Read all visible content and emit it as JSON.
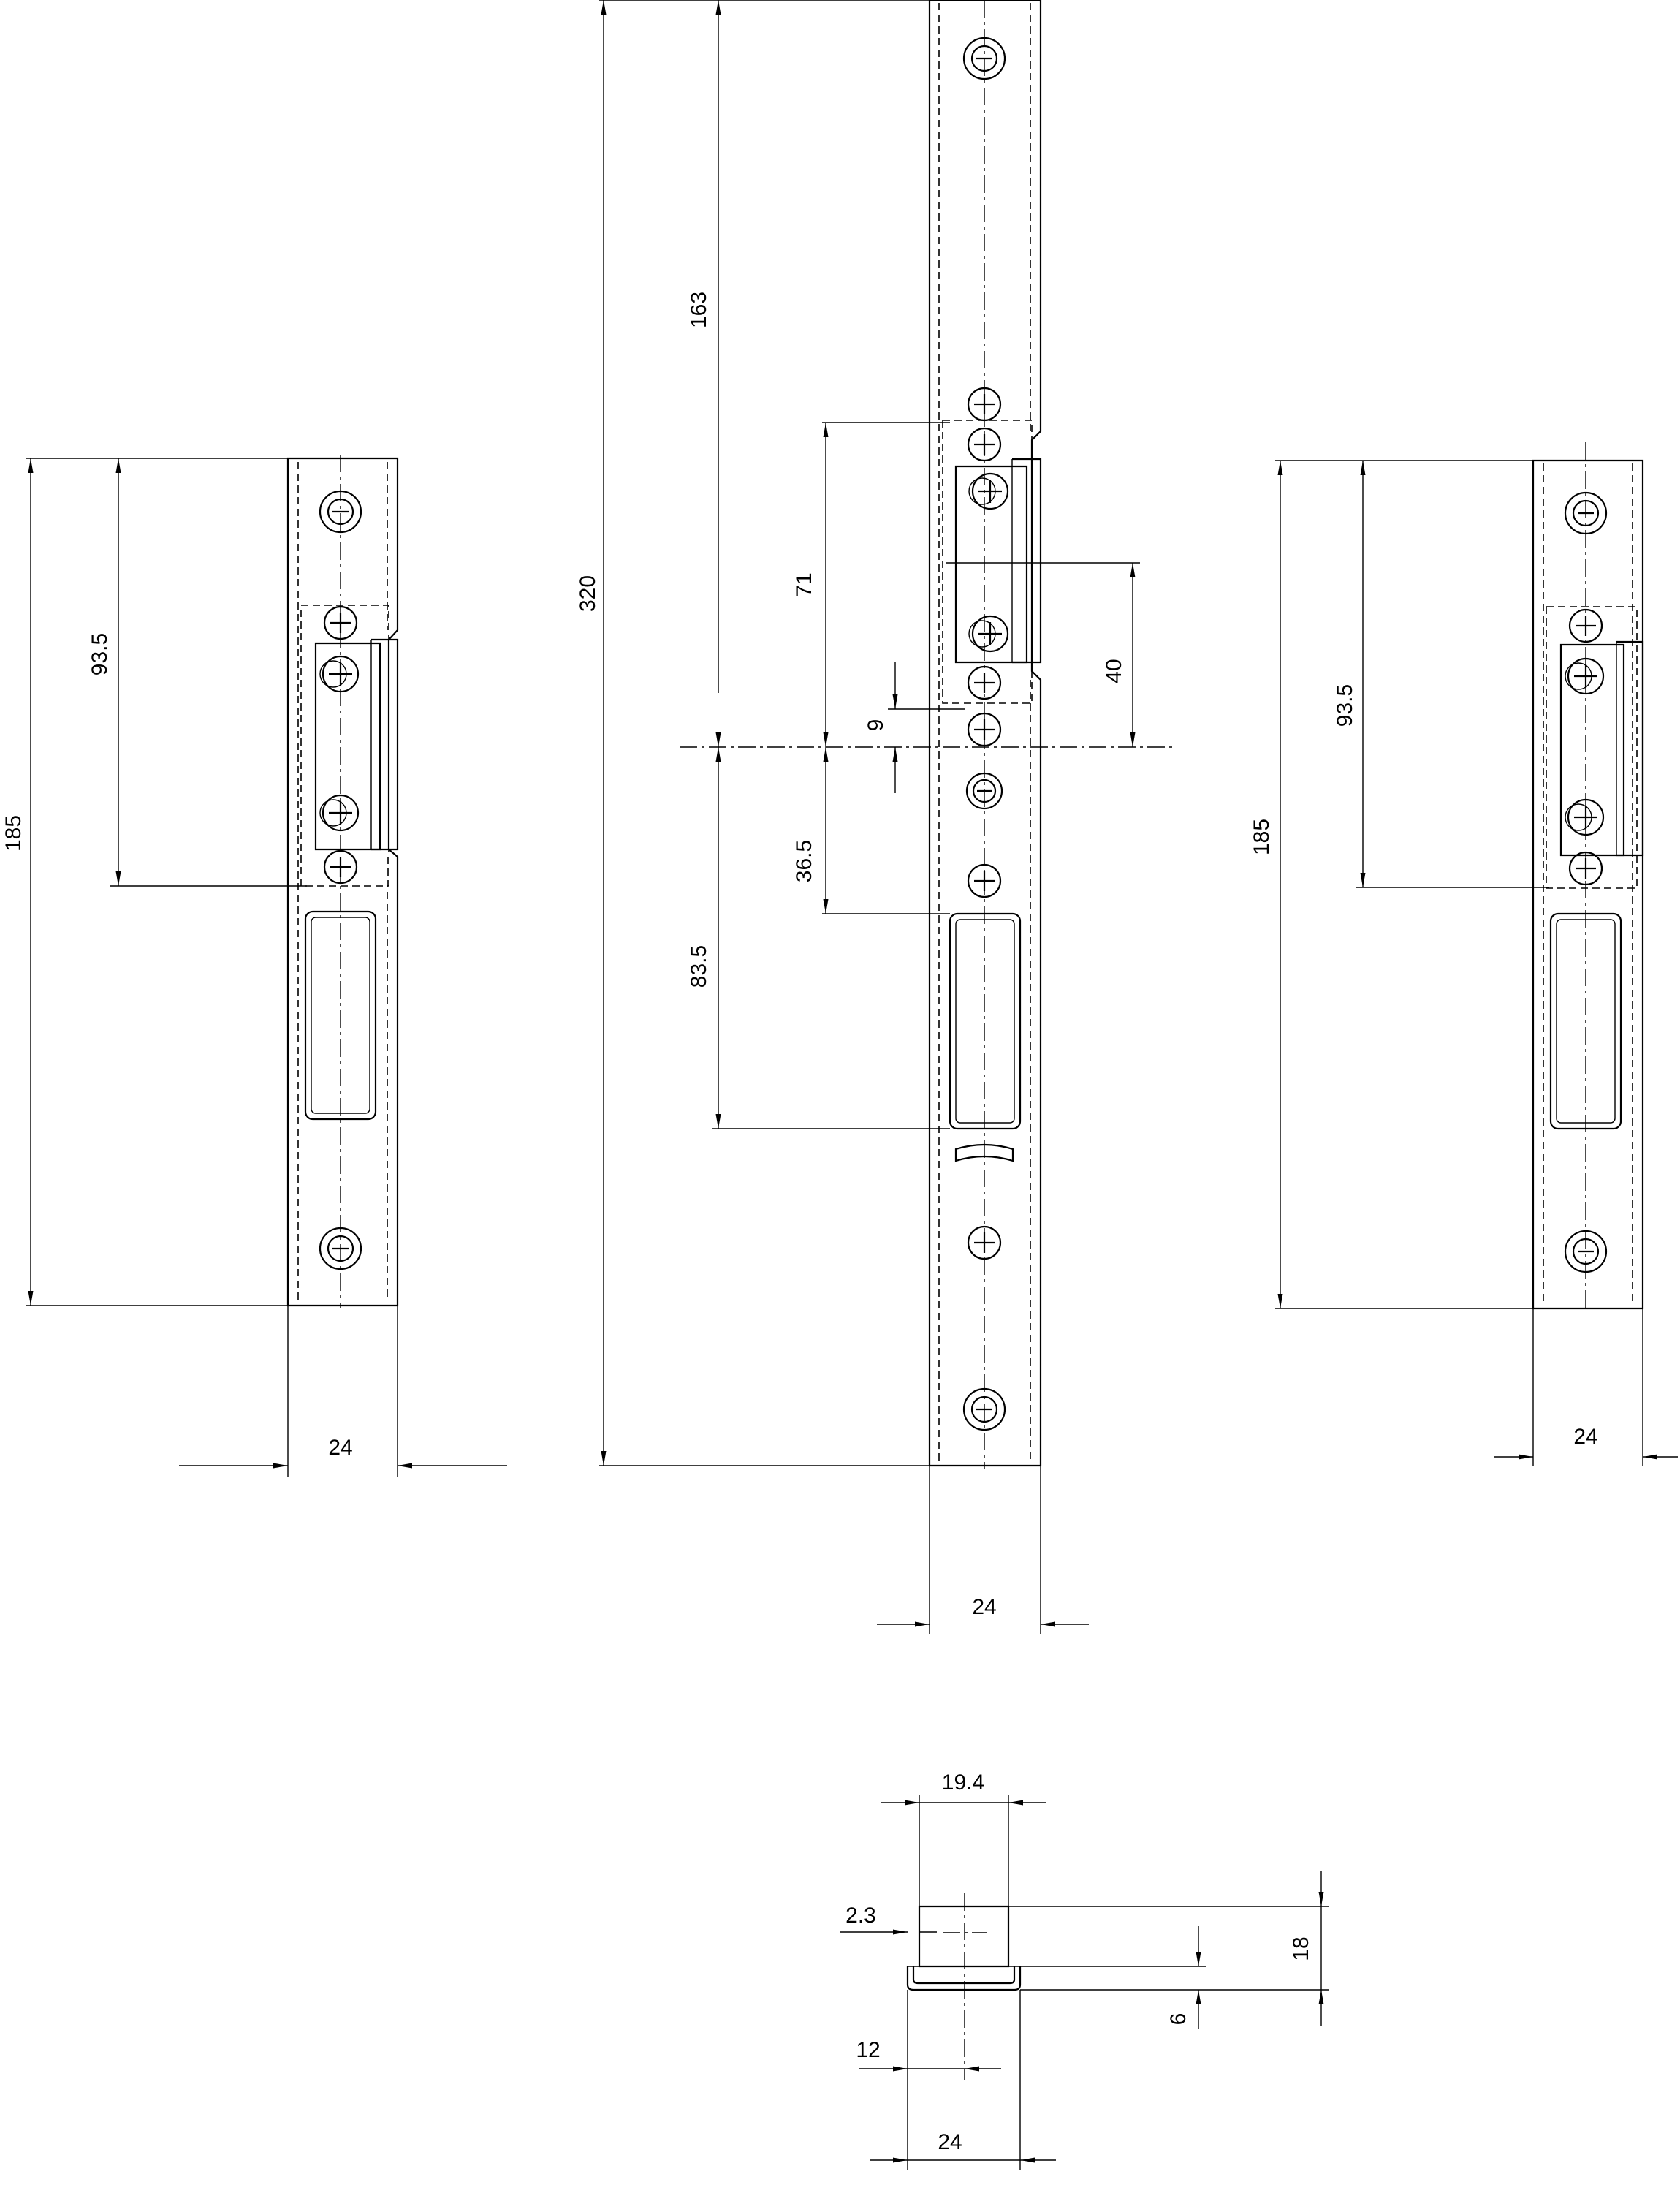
{
  "drawing": {
    "left_plate": {
      "dims": {
        "total_length": "185",
        "keep_spacing": "93.5",
        "width": "24"
      }
    },
    "center_plate": {
      "dims": {
        "total_length": "320",
        "top_section": "163",
        "keep_span": "71",
        "keep_offset": "40",
        "small_offset": "9",
        "lower_section": "36.5",
        "opening_offset": "83.5",
        "width": "24"
      }
    },
    "right_plate": {
      "dims": {
        "total_length": "185",
        "keep_spacing": "93.5",
        "width": "24"
      }
    },
    "profile_section": {
      "dims": {
        "top_width": "19.4",
        "lip": "2.3",
        "height": "18",
        "base_height": "6",
        "half_width": "12",
        "width": "24"
      }
    }
  }
}
